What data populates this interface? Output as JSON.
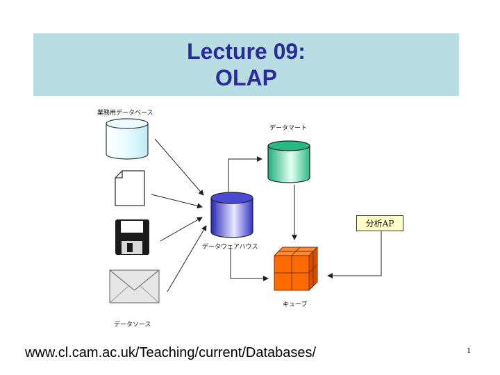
{
  "slide": {
    "title_line1": "Lecture 09:",
    "title_line2": "OLAP",
    "footer_url": "www.cl.cam.ac.uk/Teaching/current/Databases/",
    "page_number": "1"
  },
  "diagram": {
    "business_db_label": "業務用データベース",
    "data_mart_label": "データマート",
    "data_warehouse_label": "データウェアハウス",
    "cube_label": "キューブ",
    "data_source_label": "データソース",
    "analysis_app_label": "分析AP"
  },
  "colors": {
    "title_background": "#b7dde3",
    "title_text": "#2a2a9a",
    "database_cylinder": "#dff6fb",
    "data_mart_cylinder": "#3ec79a",
    "warehouse_cylinder": "#3c3ccc",
    "cube": "#ff6a00",
    "analysis_box": "#ffffc8"
  },
  "icons": {
    "business_db": "database-cylinder-icon",
    "file": "document-icon",
    "floppy": "floppy-disk-icon",
    "mail": "envelope-icon",
    "warehouse": "data-warehouse-cylinder-icon",
    "mart": "data-mart-cylinder-icon",
    "cube": "cube-icon"
  }
}
